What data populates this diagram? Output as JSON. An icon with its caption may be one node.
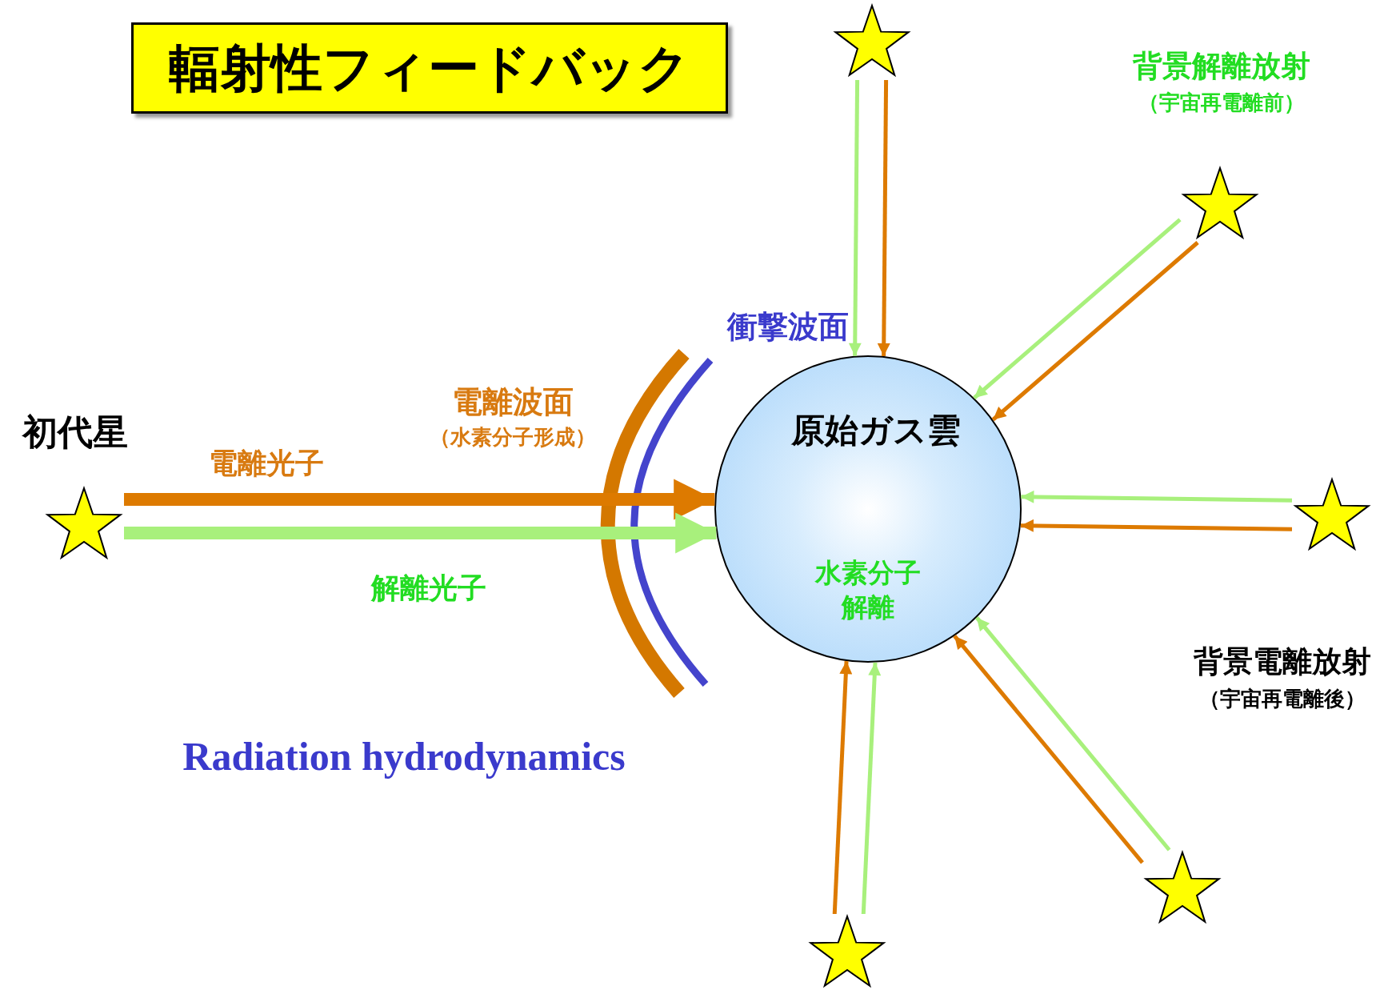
{
  "diagram": {
    "title": "輻射性フィードバック",
    "nodes": [
      {
        "text": [],
        "shape": "star",
        "beside": [
          "初代星"
        ]
      },
      {
        "text": [
          "原始ガス雲",
          "水素分子解離"
        ]
      },
      {
        "text": [],
        "shape": "star"
      },
      {
        "text": [],
        "shape": "star"
      },
      {
        "text": [],
        "shape": "star"
      },
      {
        "text": [],
        "shape": "star"
      },
      {
        "text": [],
        "shape": "star"
      }
    ],
    "edges": [
      {
        "from": 0,
        "to": 1,
        "arrow": "to",
        "label": "電離光子",
        "style": "thick",
        "color": "#dd7a00"
      },
      {
        "from": 0,
        "to": 1,
        "arrow": "to",
        "label": "解離光子",
        "style": "thick",
        "color": "#a8f07c"
      },
      {
        "from": 2,
        "to": 1,
        "arrow": "to",
        "color": "#a8f07c"
      },
      {
        "from": 2,
        "to": 1,
        "arrow": "to",
        "color": "#dd7a00"
      },
      {
        "from": 3,
        "to": 1,
        "arrow": "to",
        "color": "#a8f07c"
      },
      {
        "from": 3,
        "to": 1,
        "arrow": "to",
        "color": "#dd7a00"
      },
      {
        "from": 4,
        "to": 1,
        "arrow": "to",
        "color": "#a8f07c"
      },
      {
        "from": 4,
        "to": 1,
        "arrow": "to",
        "color": "#dd7a00"
      },
      {
        "from": 5,
        "to": 1,
        "arrow": "to",
        "color": "#a8f07c"
      },
      {
        "from": 5,
        "to": 1,
        "arrow": "to",
        "color": "#dd7a00"
      },
      {
        "from": 6,
        "to": 1,
        "arrow": "to",
        "color": "#a8f07c"
      },
      {
        "from": 6,
        "to": 1,
        "arrow": "to",
        "color": "#dd7a00"
      }
    ],
    "labels": [
      "衝撃波面",
      "電離波面",
      "（水素分子形成）",
      "背景解離放射",
      "（宇宙再電離前）",
      "背景電離放射",
      "（宇宙再電離後）",
      "Radiation hydrodynamics"
    ]
  }
}
